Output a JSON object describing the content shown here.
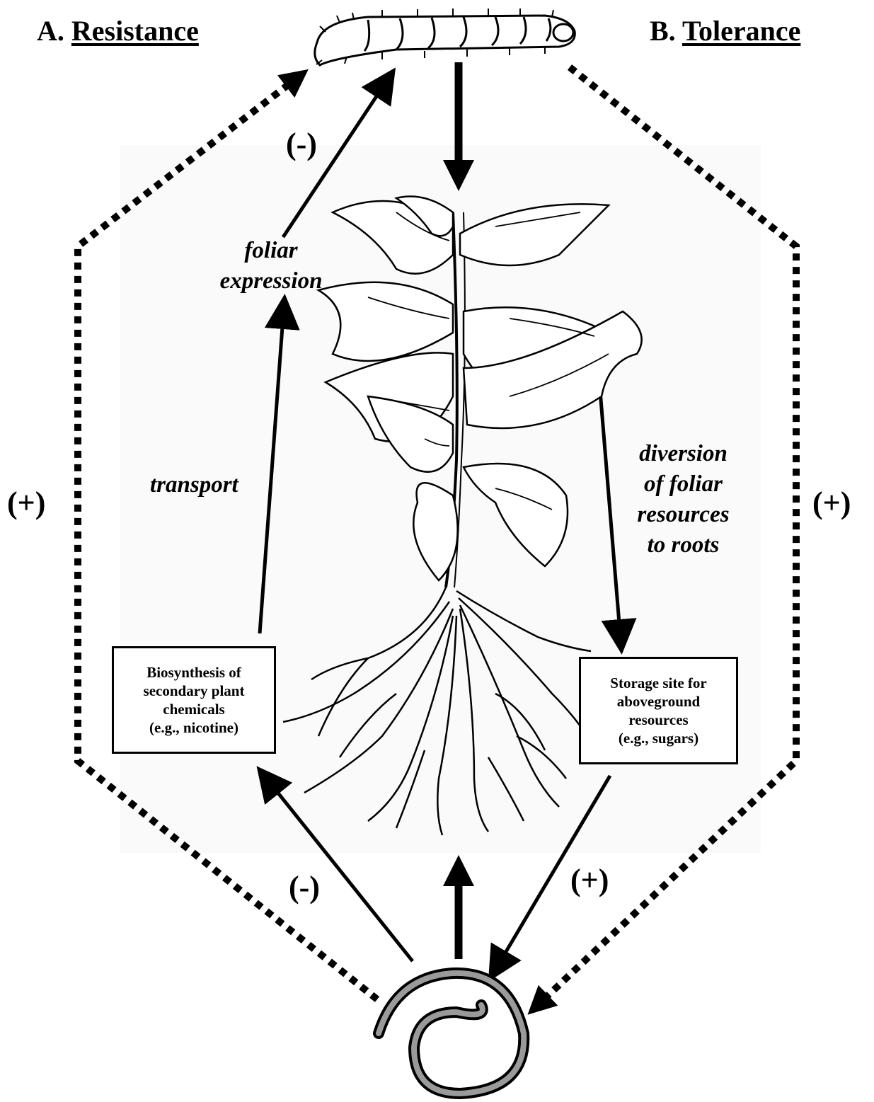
{
  "headings": {
    "resistance_prefix": "A.",
    "resistance": "Resistance",
    "tolerance_prefix": "B.",
    "tolerance": "Tolerance"
  },
  "signs": {
    "top_minus": "(-)",
    "left_plus": "(+)",
    "right_plus": "(+)",
    "bottom_minus": "(-)",
    "bottom_plus": "(+)"
  },
  "labels": {
    "foliar_expression": [
      "foliar",
      "expression"
    ],
    "transport": "transport",
    "diversion": [
      "diversion",
      "of foliar",
      "resources",
      "to roots"
    ]
  },
  "boxes": {
    "biosynthesis": [
      "Biosynthesis of",
      "secondary plant",
      "chemicals",
      "(e.g., nicotine)"
    ],
    "storage": [
      "Storage site for",
      "aboveground",
      "resources",
      "(e.g., sugars)"
    ]
  },
  "illustrations": {
    "top": "caterpillar-icon",
    "center": "plant-icon",
    "bottom": "nematode-icon"
  }
}
